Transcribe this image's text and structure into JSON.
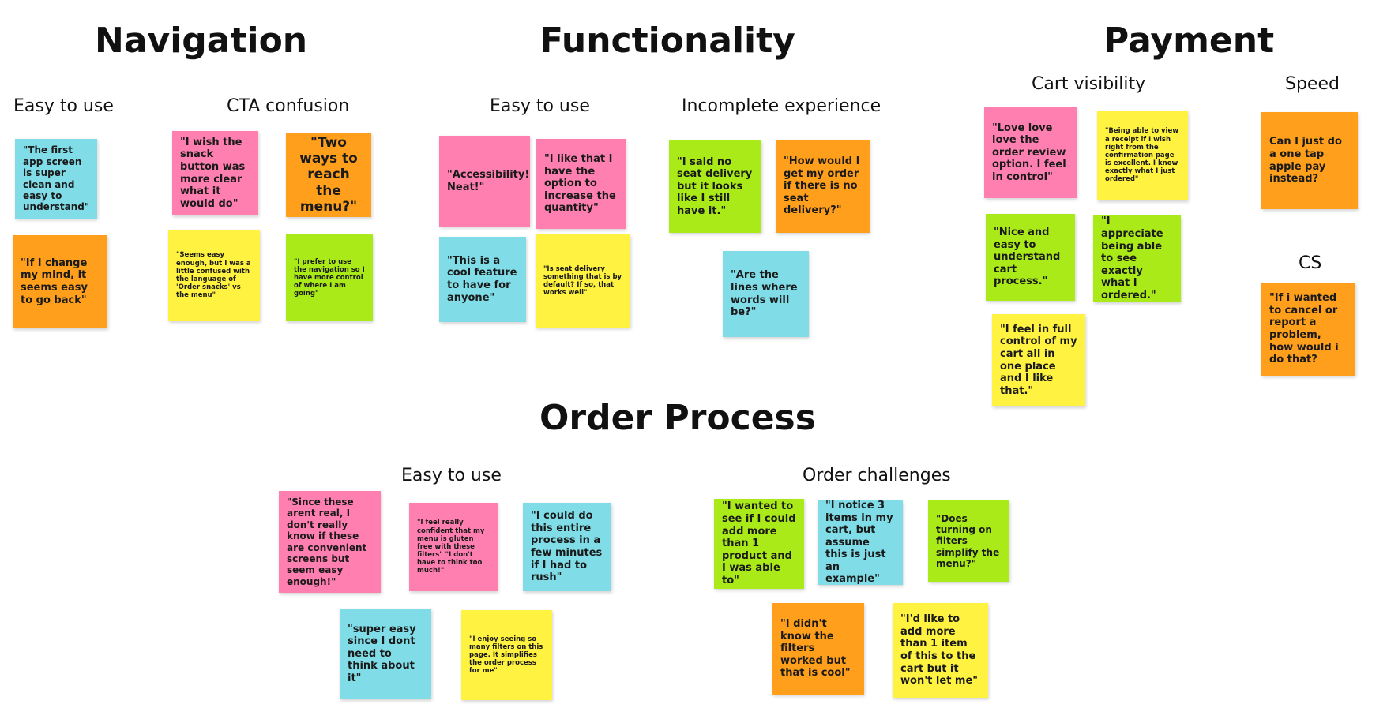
{
  "sections": {
    "navigation": {
      "title": "Navigation",
      "easy_to_use": {
        "label": "Easy to use",
        "notes": [
          {
            "text": "\"The first app screen is super clean and easy to understand\"",
            "color": "#80dde8"
          },
          {
            "text": "\"If I change my mind, it seems easy to go back\"",
            "color": "#ff9f1c"
          }
        ]
      },
      "cta_confusion": {
        "label": "CTA confusion",
        "notes": [
          {
            "text": "\"I wish the snack button was more clear what it would do\"",
            "color": "#ff80b0"
          },
          {
            "text": "\"Two ways to reach the menu?\"",
            "color": "#ff9f1c"
          },
          {
            "text": "\"Seems easy enough, but I was a little confused with the language of 'Order snacks' vs the menu\"",
            "color": "#fff240"
          },
          {
            "text": "\"I prefer to use the navigation so I have more control of where I am going\"",
            "color": "#aaea19"
          }
        ]
      }
    },
    "functionality": {
      "title": "Functionality",
      "easy_to_use": {
        "label": "Easy to use",
        "notes": [
          {
            "text": "\"Accessibility! Neat!\"",
            "color": "#ff80b0"
          },
          {
            "text": "\"I like that I have the option to increase the quantity\"",
            "color": "#ff80b0"
          },
          {
            "text": "\"This is a cool feature to have for anyone\"",
            "color": "#80dde8"
          },
          {
            "text": "\"Is seat delivery something that is by default? If so, that works well\"",
            "color": "#fff240"
          }
        ]
      },
      "incomplete_experience": {
        "label": "Incomplete experience",
        "notes": [
          {
            "text": "\"I said no seat delivery but it looks like I still have it.\"",
            "color": "#aaea19"
          },
          {
            "text": "\"How would I get my order if there is no seat delivery?\"",
            "color": "#ff9f1c"
          },
          {
            "text": "\"Are the lines where words will be?\"",
            "color": "#80dde8"
          }
        ]
      }
    },
    "payment": {
      "title": "Payment",
      "cart_visibility": {
        "label": "Cart visibility",
        "notes": [
          {
            "text": "\"Love love love the order review option. I feel in control\"",
            "color": "#ff80b0"
          },
          {
            "text": "\"Being able to view a receipt if I wish right from the confirmation page is excellent. I know exactly what I just ordered\"",
            "color": "#fff240"
          },
          {
            "text": "\"Nice and easy to understand cart process.\"",
            "color": "#aaea19"
          },
          {
            "text": "\"I appreciate being able to see exactly what I ordered.\"",
            "color": "#aaea19"
          },
          {
            "text": "\"I feel in full control of my cart all in one place and I like that.\"",
            "color": "#fff240"
          }
        ]
      },
      "speed": {
        "label": "Speed",
        "notes": [
          {
            "text": "Can I just do a one tap apple pay instead?",
            "color": "#ff9f1c"
          }
        ]
      },
      "cs": {
        "label": "CS",
        "notes": [
          {
            "text": "\"If i wanted to cancel or report a problem, how would i do that?",
            "color": "#ff9f1c"
          }
        ]
      }
    },
    "order_process": {
      "title": "Order Process",
      "easy_to_use": {
        "label": "Easy to use",
        "notes": [
          {
            "text": "\"Since these arent real, I don't really know if these are convenient screens but seem easy enough!\"",
            "color": "#ff80b0"
          },
          {
            "text": "\"I feel really confident that my menu is gluten free with these filters\" \"I don't have to think too much!\"",
            "color": "#ff80b0"
          },
          {
            "text": "\"I could do this entire process in a few minutes if I had to rush\"",
            "color": "#80dde8"
          },
          {
            "text": "\"super easy since I dont need to think about it\"",
            "color": "#80dde8"
          },
          {
            "text": "\"I enjoy seeing so many filters on this page. It simplifies the order process for me\"",
            "color": "#fff240"
          }
        ]
      },
      "order_challenges": {
        "label": "Order challenges",
        "notes": [
          {
            "text": "\"I wanted to see if I could add more than 1 product and I was able to\"",
            "color": "#aaea19"
          },
          {
            "text": "\"I notice 3 items in my cart, but assume this is just an example\"",
            "color": "#80dde8"
          },
          {
            "text": "\"Does turning on filters simplify the menu?\"",
            "color": "#aaea19"
          },
          {
            "text": "\"I didn't know the filters worked but that is cool\"",
            "color": "#ff9f1c"
          },
          {
            "text": "\"I'd like to add more than 1 item of this to the cart but it won't let me\"",
            "color": "#fff240"
          }
        ]
      }
    }
  }
}
